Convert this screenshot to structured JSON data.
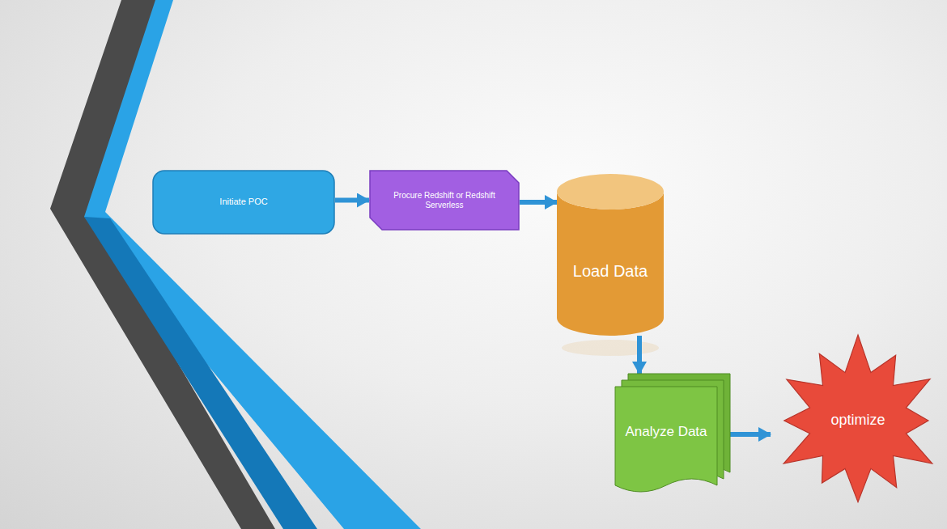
{
  "diagram": {
    "nodes": [
      {
        "text": [
          "Initiate POC"
        ]
      },
      {
        "text": [
          "Procure Redshift or Redshift Serverless"
        ]
      },
      {
        "text": [
          "Load Data"
        ]
      },
      {
        "text": [
          "Analyze Data"
        ]
      },
      {
        "text": [
          "optimize"
        ]
      }
    ],
    "edges": [
      {
        "from": 0,
        "to": 1,
        "arrow": "to"
      },
      {
        "from": 1,
        "to": 2,
        "arrow": "to"
      },
      {
        "from": 2,
        "to": 3,
        "arrow": "to"
      },
      {
        "from": 3,
        "to": 4,
        "arrow": "to"
      }
    ]
  }
}
